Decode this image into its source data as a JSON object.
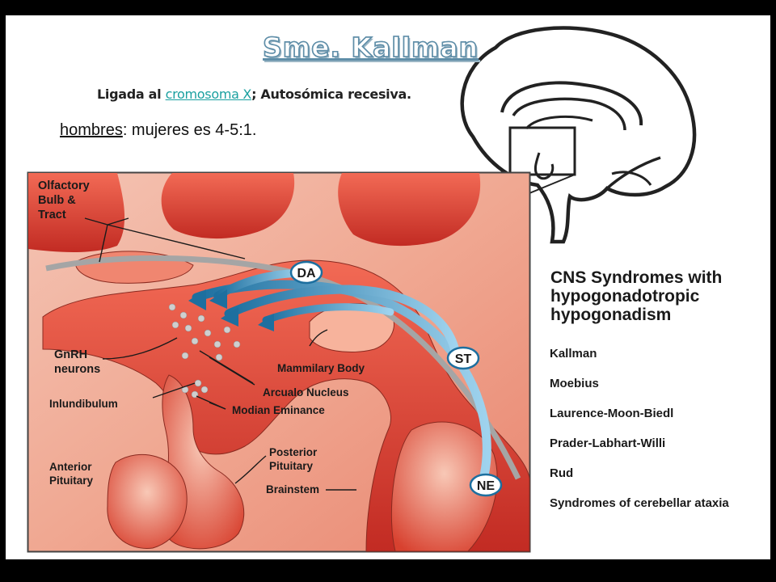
{
  "slide": {
    "title": "Sme. Kallman",
    "subtitle_prefix": "Ligada al ",
    "subtitle_link": "cromosoma X",
    "subtitle_suffix": "; Autosómica recesiva.",
    "ratio_underlined": "hombres",
    "ratio_rest": ": mujeres es 4-5:1."
  },
  "diagram": {
    "labels": {
      "olfactory_1": "Olfactory",
      "olfactory_2": "Bulb &",
      "olfactory_3": "Tract",
      "gnrh_1": "GnRH",
      "gnrh_2": "neurons",
      "infundibulum": "Inlundibulum",
      "anterior_1": "Anterior",
      "anterior_2": "Pituitary",
      "mammillary": "Mammilary Body",
      "arcuate": "Arcualo Nucleus",
      "median": "Modian Eminance",
      "posterior_1": "Posterior",
      "posterior_2": "Pituitary",
      "brainstem": "Brainstem"
    },
    "pathways": {
      "da": "DA",
      "st": "ST",
      "ne": "NE"
    },
    "colors": {
      "tissue_light": "#f3b7a3",
      "tissue_dark": "#c9322a",
      "pathway_blue": "#2f8fc0",
      "gray_band": "#a5a5a5"
    }
  },
  "legend": {
    "title_1": "CNS Syndromes with",
    "title_2": "hypogonadotropic",
    "title_3": "hypogonadism",
    "items": [
      "Kallman",
      "Moebius",
      "Laurence-Moon-Biedl",
      "Prader-Labhart-Willi",
      "Rud",
      "Syndromes of cerebellar ataxia"
    ]
  }
}
